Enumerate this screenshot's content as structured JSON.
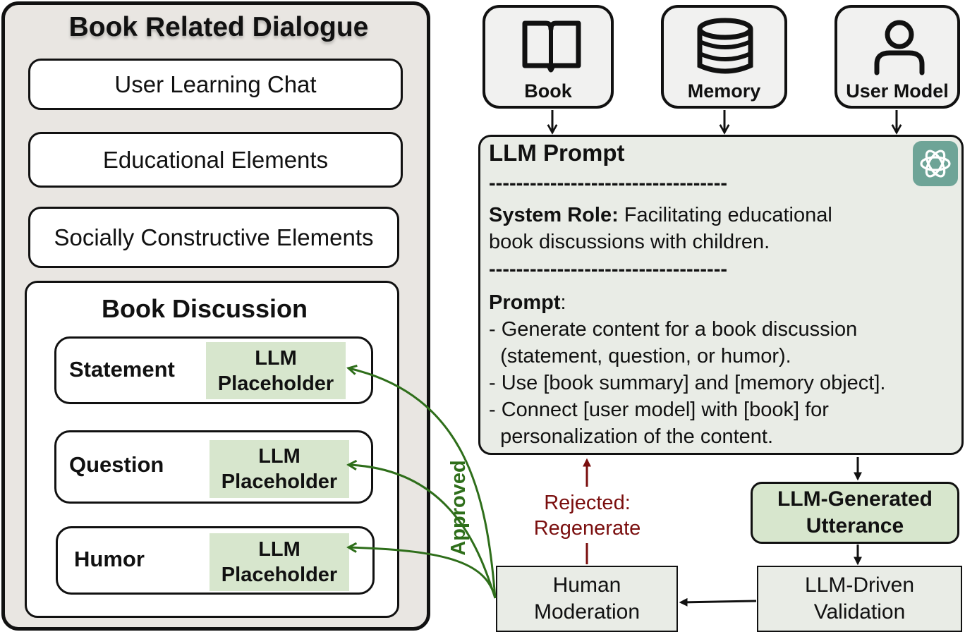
{
  "left_panel": {
    "title": "Book Related Dialogue",
    "items": [
      {
        "label": "User Learning Chat"
      },
      {
        "label": "Educational Elements"
      },
      {
        "label": "Socially Constructive Elements"
      }
    ],
    "discussion": {
      "title": "Book Discussion",
      "rows": [
        {
          "label": "Statement",
          "placeholder_line1": "LLM",
          "placeholder_line2": "Placeholder"
        },
        {
          "label": "Question",
          "placeholder_line1": "LLM",
          "placeholder_line2": "Placeholder"
        },
        {
          "label": "Humor",
          "placeholder_line1": "LLM",
          "placeholder_line2": "Placeholder"
        }
      ]
    }
  },
  "sources": [
    {
      "label": "Book",
      "icon": "book-icon"
    },
    {
      "label": "Memory",
      "icon": "database-icon"
    },
    {
      "label": "User Model",
      "icon": "user-icon"
    }
  ],
  "prompt": {
    "title": "LLM Prompt",
    "divider": "-----------------------------------",
    "system_role_label": "System Role:",
    "system_role_line1": " Facilitating educational",
    "system_role_line2": "book discussions with children.",
    "prompt_label": "Prompt",
    "prompt_colon": ":",
    "bullets": [
      "- Generate content for a book discussion",
      "  (statement, question, or humor).",
      "- Use [book summary] and [memory object].",
      "- Connect [user model] with [book] for",
      "  personalization of the content."
    ],
    "badge_icon": "openai-icon"
  },
  "generated": {
    "line1": "LLM-Generated",
    "line2": "Utterance"
  },
  "validation": {
    "line1": "LLM-Driven",
    "line2": "Validation"
  },
  "moderation": {
    "line1": "Human",
    "line2": "Moderation"
  },
  "rejected": {
    "line1": "Rejected:",
    "line2": "Regenerate"
  },
  "approved": "Approved",
  "colors": {
    "approved": "#2e6e1a",
    "rejected": "#7a0e0e",
    "placeholder_fill": "#d7e6cd",
    "prompt_fill": "#e9ece6",
    "panel_fill": "#e9e6e2",
    "badge": "#6ea497"
  }
}
